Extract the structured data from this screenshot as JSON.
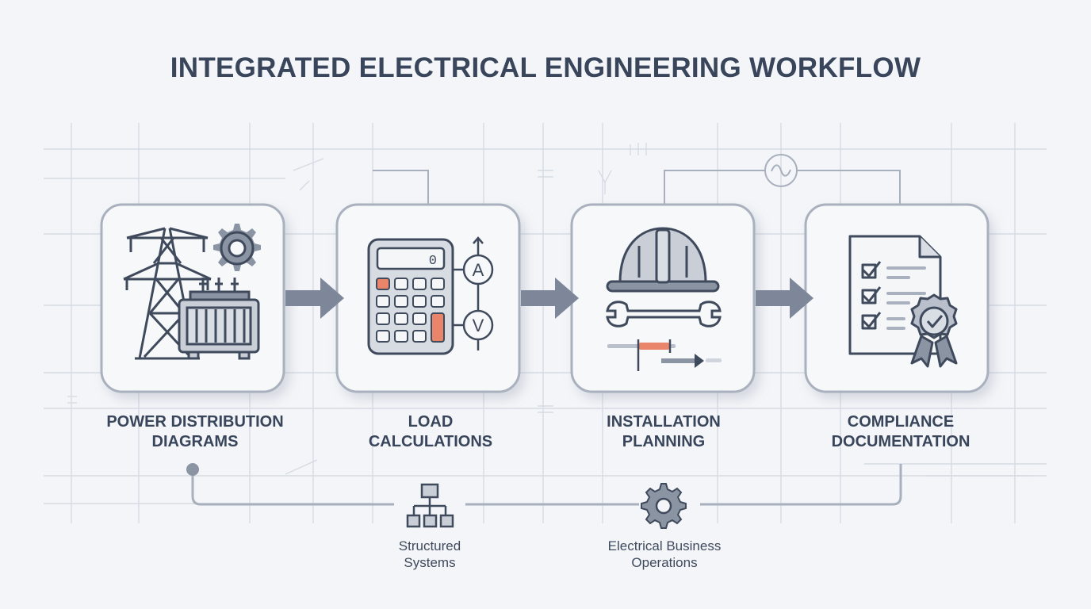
{
  "title": "INTEGRATED ELECTRICAL ENGINEERING WORKFLOW",
  "steps": [
    {
      "line1": "POWER DISTRIBUTION",
      "line2": "DIAGRAMS",
      "icon": "transmission-tower-icon"
    },
    {
      "line1": "LOAD",
      "line2": "CALCULATIONS",
      "icon": "calculator-icon"
    },
    {
      "line1": "INSTALLATION",
      "line2": "PLANNING",
      "icon": "hard-hat-icon"
    },
    {
      "line1": "COMPLIANCE",
      "line2": "DOCUMENTATION",
      "icon": "checklist-document-icon"
    }
  ],
  "footer": [
    {
      "line1": "Structured",
      "line2": "Systems",
      "icon": "hierarchy-icon"
    },
    {
      "line1": "Electrical Business",
      "line2": "Operations",
      "icon": "gear-icon"
    }
  ],
  "calculator_display": "0",
  "meter_labels": {
    "ammeter": "A",
    "voltmeter": "V"
  },
  "colors": {
    "stroke": "#3f4a5c",
    "accent": "#e8856a",
    "arrow": "#7d8799",
    "card_border": "#a9b1be",
    "background": "#f3f5f8"
  }
}
